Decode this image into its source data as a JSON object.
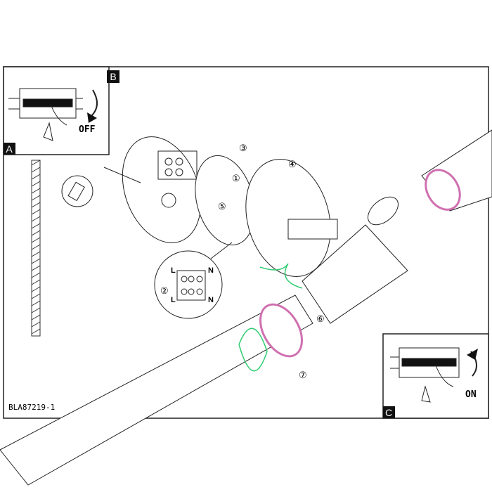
{
  "panels": {
    "a": {
      "label": "A"
    },
    "b": {
      "label": "B",
      "action": "OFF"
    },
    "c": {
      "label": "C",
      "action": "ON"
    }
  },
  "steps": [
    "①",
    "②",
    "③",
    "④",
    "⑤",
    "⑥",
    "⑦"
  ],
  "wiring": {
    "live": "L",
    "neutral": "N"
  },
  "model_code": "BLA87219-1",
  "colors": {
    "line": "#222222",
    "accent_green": "#2ecc71",
    "accent_pink": "#d070b0"
  }
}
